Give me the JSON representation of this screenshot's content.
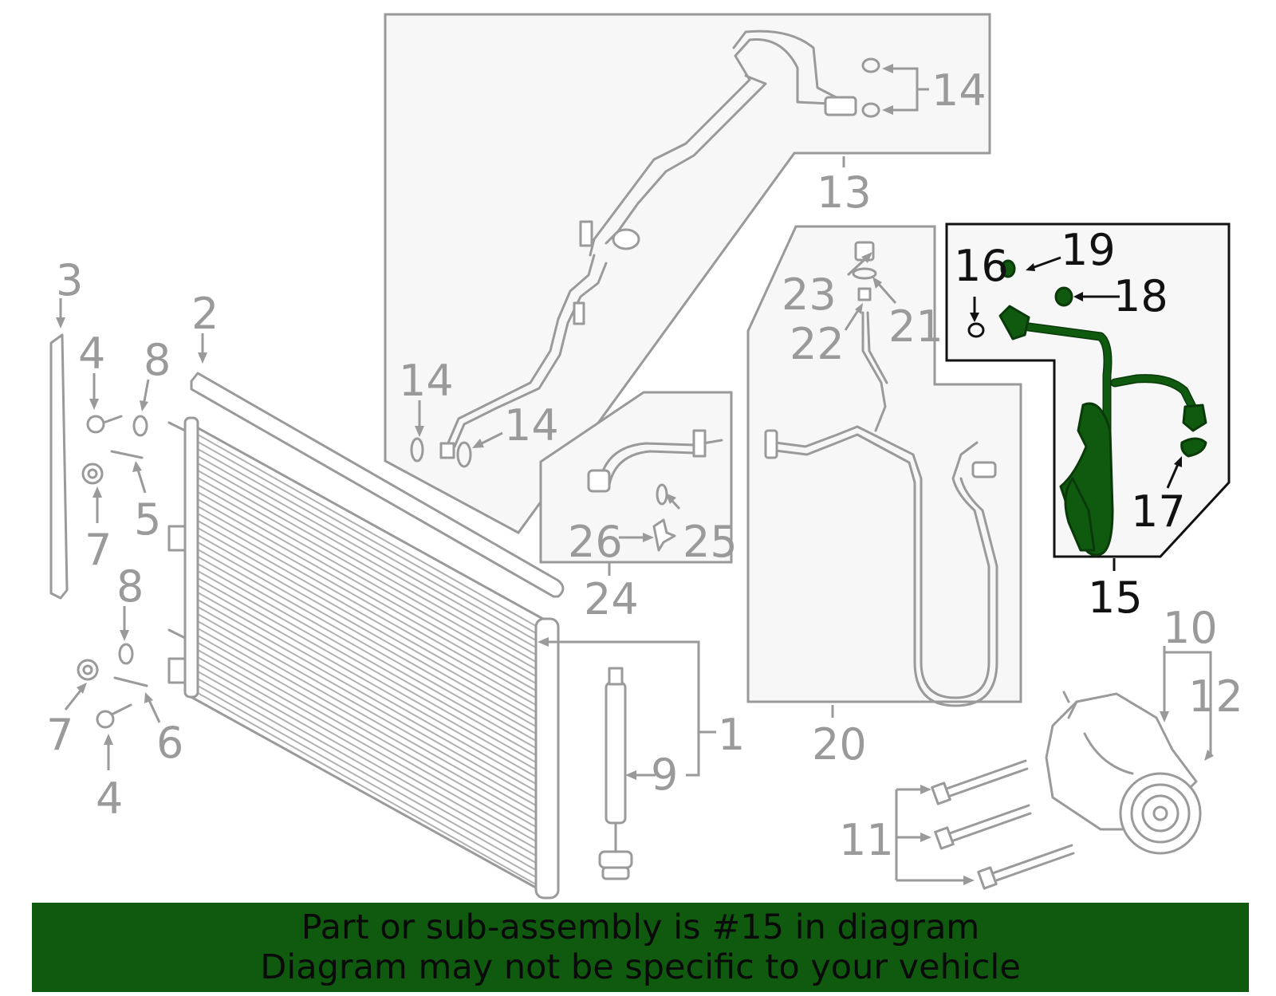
{
  "diagram": {
    "highlighted_part": "15",
    "callouts": {
      "c1": "1",
      "c2": "2",
      "c3": "3",
      "c4a": "4",
      "c4b": "4",
      "c5": "5",
      "c6": "6",
      "c7a": "7",
      "c7b": "7",
      "c8a": "8",
      "c8b": "8",
      "c9": "9",
      "c10": "10",
      "c11": "11",
      "c12": "12",
      "c13": "13",
      "c14a": "14",
      "c14b": "14",
      "c14c": "14",
      "c15": "15",
      "c16": "16",
      "c17": "17",
      "c18": "18",
      "c19": "19",
      "c20": "20",
      "c21": "21",
      "c22": "22",
      "c23": "23",
      "c24": "24",
      "c25": "25",
      "c26": "26"
    }
  },
  "banner": {
    "line1": "Part or sub-assembly is #15 in diagram",
    "line2": "Diagram may not be specific to your vehicle"
  },
  "colors": {
    "highlight": "#0f5a0f",
    "banner_background": "#0f5a0f",
    "callout_gray": "#9a9a9a",
    "callout_highlight": "#111111"
  }
}
